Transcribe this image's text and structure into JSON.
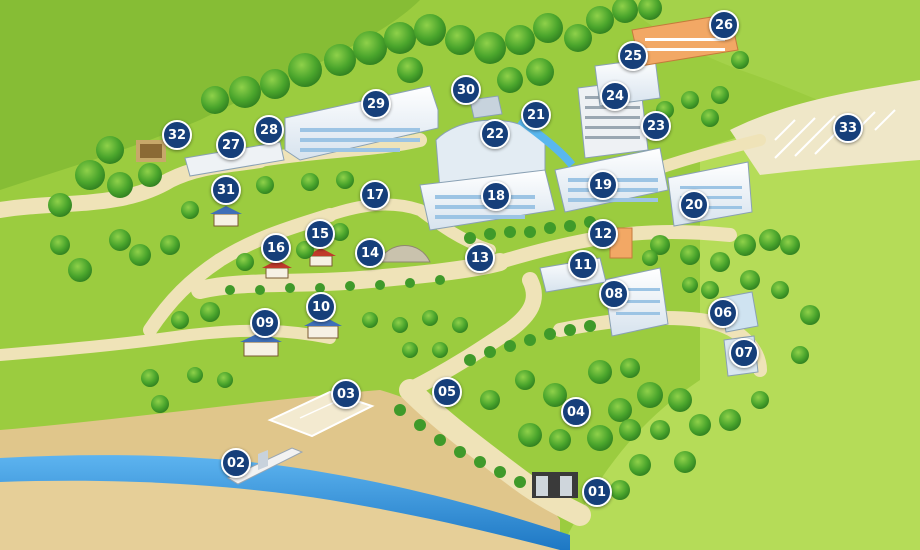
{
  "map": {
    "colors": {
      "grass": "#9bcc3f",
      "grass_light": "#b7dc5b",
      "hill": "#7fb338",
      "road": "#efe3b8",
      "sand": "#e2c98e",
      "water": "#2f8fd8",
      "tree": "#3f9a2a",
      "marker": "#163f7a"
    },
    "markers": [
      "01",
      "02",
      "03",
      "04",
      "05",
      "06",
      "07",
      "08",
      "09",
      "10",
      "11",
      "12",
      "13",
      "14",
      "15",
      "16",
      "17",
      "18",
      "19",
      "20",
      "21",
      "22",
      "23",
      "24",
      "25",
      "26",
      "27",
      "28",
      "29",
      "30",
      "31",
      "32",
      "33"
    ]
  }
}
